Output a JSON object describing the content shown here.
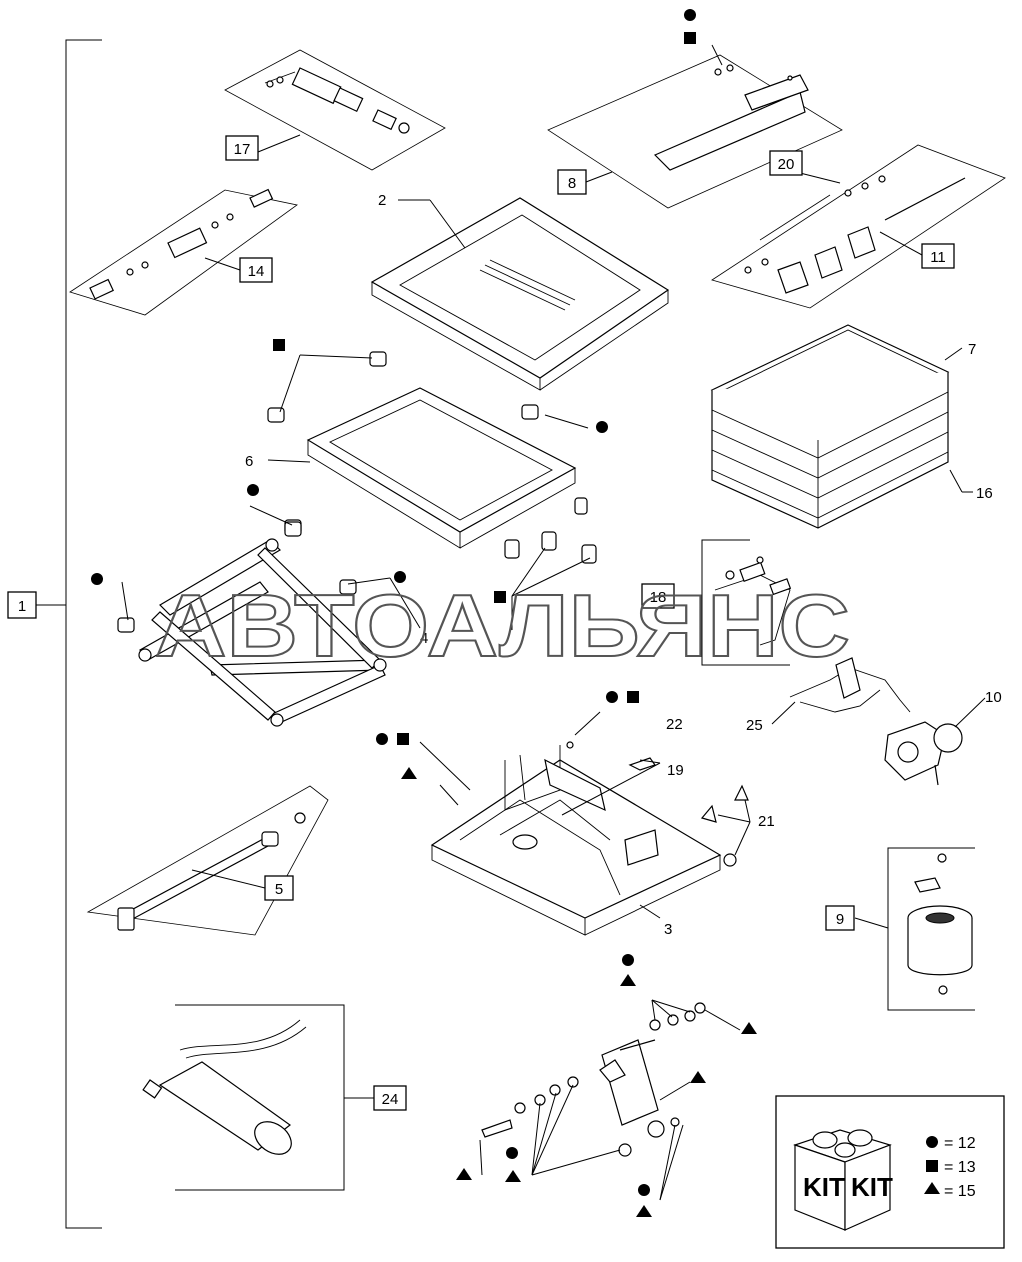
{
  "callouts": {
    "c1": "1",
    "c17": "17",
    "c8": "8",
    "c20": "20",
    "c14": "14",
    "c11": "11",
    "c18": "18",
    "c5": "5",
    "c9": "9",
    "c24": "24"
  },
  "labels": {
    "l2": "2",
    "l6": "6",
    "l7": "7",
    "l16": "16",
    "l4": "4",
    "l10": "10",
    "l25": "25",
    "l22": "22",
    "l19": "19",
    "l21": "21",
    "l3": "3"
  },
  "watermark": "АВТОАЛЬЯНС",
  "legend": {
    "circle": "= 12",
    "square": "= 13",
    "triangle": "= 15",
    "kit_label": "KIT"
  }
}
